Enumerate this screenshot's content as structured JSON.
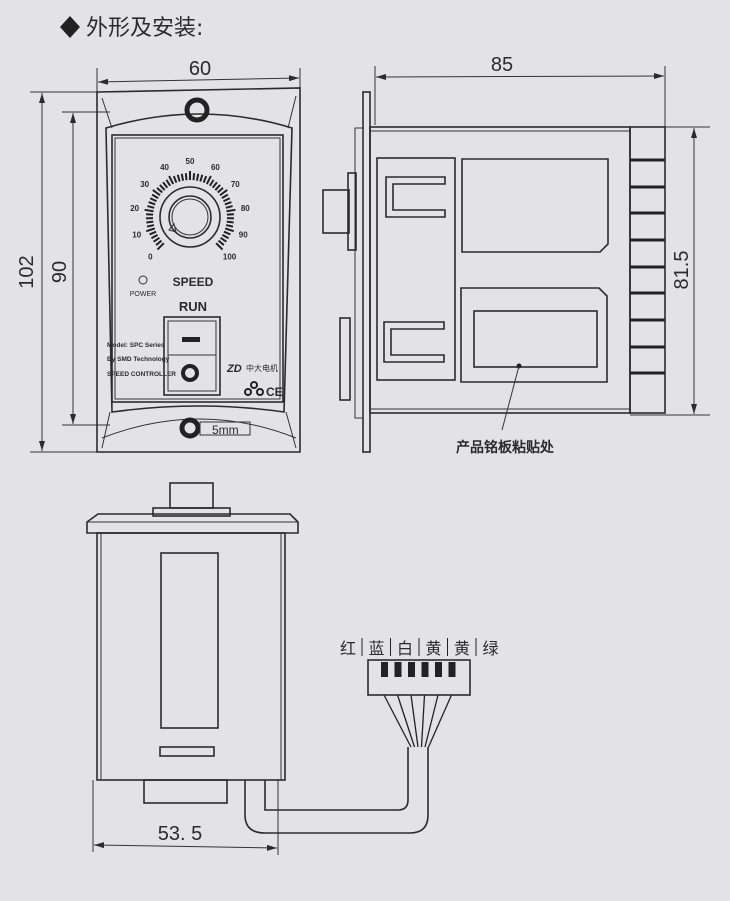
{
  "title": "外形及安装:",
  "front_view": {
    "width_dim": "60",
    "height_dim_outer": "102",
    "height_dim_inner": "90",
    "dial_labels": [
      "0",
      "10",
      "20",
      "30",
      "40",
      "50",
      "60",
      "70",
      "80",
      "90",
      "100"
    ],
    "speed_label": "SPEED",
    "power_label": "POWER",
    "run_label": "RUN",
    "model_lines": [
      "Model: SPC Series",
      "By SMD Technology",
      "SPEED CONTROLLER"
    ],
    "brand_logo": "ZD中大电机",
    "ce_mark": "CE",
    "hole_label": "5mm"
  },
  "side_view": {
    "depth_dim": "85",
    "height_dim": "81.5",
    "nameplate_label": "产品铭板粘贴处"
  },
  "bottom_view": {
    "width_dim": "53. 5",
    "wire_colors": [
      "红",
      "蓝",
      "白",
      "黄",
      "黄",
      "绿"
    ]
  }
}
